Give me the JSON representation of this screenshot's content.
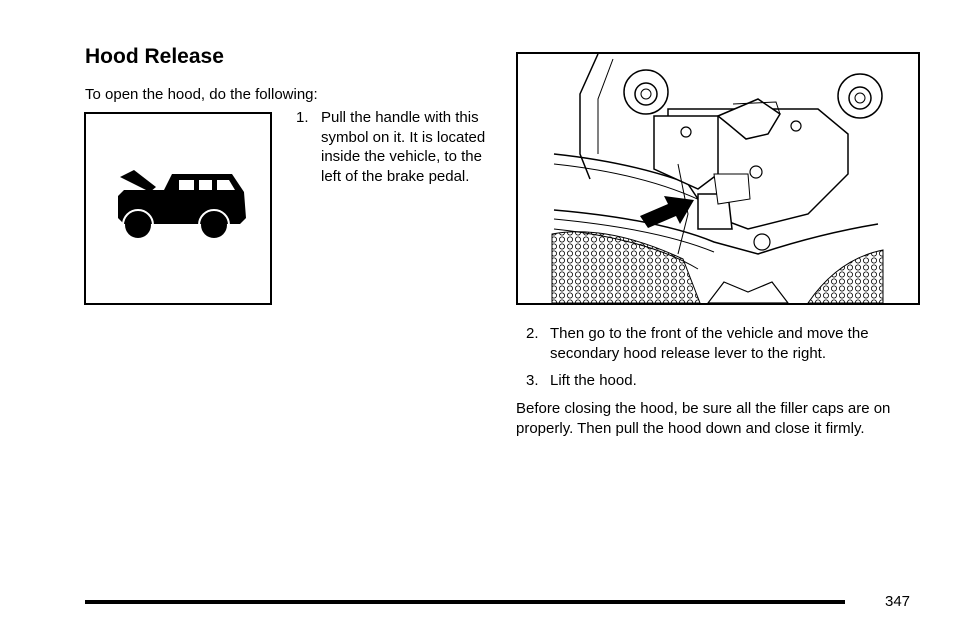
{
  "section": {
    "title": "Hood Release",
    "intro": "To open the hood, do the following:"
  },
  "symbol": {
    "icon": "hood-open-vehicle-icon"
  },
  "steps": [
    {
      "number": "1.",
      "text": "Pull the handle with this symbol on it. It is located inside the vehicle, to the left of the brake pedal."
    },
    {
      "number": "2.",
      "text": "Then go to the front of the vehicle and move the secondary hood release lever to the right."
    },
    {
      "number": "3.",
      "text": "Lift the hood."
    }
  ],
  "closing": "Before closing the hood, be sure all the filler caps are on properly. Then pull the hood down and close it firmly.",
  "footer": {
    "page_number": "347"
  }
}
